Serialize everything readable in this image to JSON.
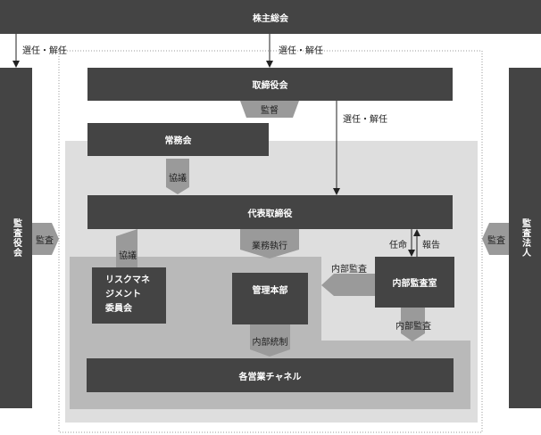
{
  "nodes": {
    "shareholders": "株主総会",
    "board": "取締役会",
    "executive_committee": "常務会",
    "representative_director": "代表取締役",
    "risk_committee_lines": [
      "リスクマネ",
      "ジメント",
      "委員会"
    ],
    "admin_hq": "管理本部",
    "internal_audit_office": "内部監査室",
    "sales_channels": "各営業チャネル",
    "audit_board": "監査役会",
    "audit_firm": "監査法人"
  },
  "edges": {
    "elect_dismiss_left": "選任・解任",
    "elect_dismiss_top": "選任・解任",
    "elect_dismiss_rep": "選任・解任",
    "supervision": "監督",
    "consult_1": "協議",
    "consult_2": "協議",
    "business_execution": "業務執行",
    "appoint": "任命",
    "report": "報告",
    "internal_audit_1": "内部監査",
    "internal_audit_2": "内部監査",
    "internal_control": "内部統制",
    "audit_left": "監査",
    "audit_right": "監査"
  },
  "colors": {
    "dark_box": "#444444",
    "light_region": "#dedede",
    "mid_region": "#b9b9b9",
    "connector": "#9a9a9a"
  }
}
